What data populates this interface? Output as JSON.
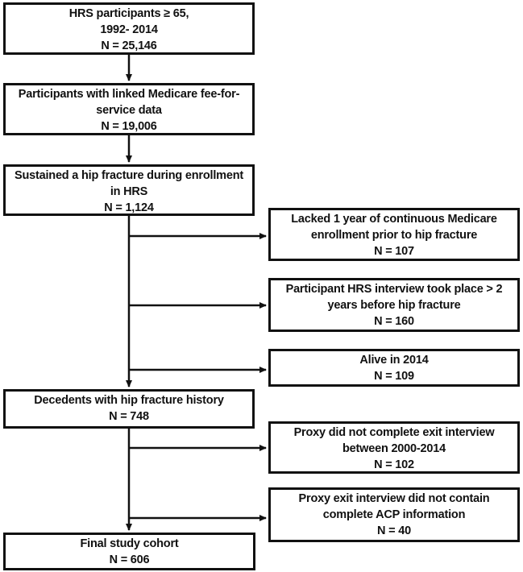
{
  "diagram": {
    "type": "study-cohort-flowchart",
    "colors": {
      "background": "#ffffff",
      "box_border": "#111111",
      "text": "#111111",
      "arrow": "#111111"
    },
    "main_path": [
      {
        "id": "hrs-participants",
        "lines": [
          "HRS participants ≥ 65,",
          "1992- 2014",
          "N = 25,146"
        ],
        "n": "25,146"
      },
      {
        "id": "medicare-linked",
        "lines": [
          "Participants with linked Medicare fee-for-",
          "service data",
          "N = 19,006"
        ],
        "n": "19,006"
      },
      {
        "id": "hip-fracture-during-enrollment",
        "lines": [
          "Sustained a hip fracture during enrollment",
          "in HRS",
          "N = 1,124"
        ],
        "n": "1,124"
      },
      {
        "id": "decedents",
        "lines": [
          "Decedents with hip fracture history",
          "N = 748"
        ],
        "n": "748"
      },
      {
        "id": "final-cohort",
        "lines": [
          "Final study cohort",
          "N = 606"
        ],
        "n": "606"
      }
    ],
    "exclusions": [
      {
        "id": "lacked-continuous-enrollment",
        "lines": [
          "Lacked 1 year of continuous Medicare",
          "enrollment prior to hip fracture",
          "N = 107"
        ],
        "n": "107"
      },
      {
        "id": "interview-too-early",
        "lines": [
          "Participant HRS interview took place > 2",
          "years before hip fracture",
          "N = 160"
        ],
        "n": "160"
      },
      {
        "id": "alive-in-2014",
        "lines": [
          "Alive in 2014",
          "N = 109"
        ],
        "n": "109"
      },
      {
        "id": "no-proxy-exit-interview",
        "lines": [
          "Proxy did not complete exit interview",
          "between 2000-2014",
          "N = 102"
        ],
        "n": "102"
      },
      {
        "id": "incomplete-acp-information",
        "lines": [
          "Proxy exit interview did not contain",
          "complete ACP information",
          "N = 40"
        ],
        "n": "40"
      }
    ]
  }
}
